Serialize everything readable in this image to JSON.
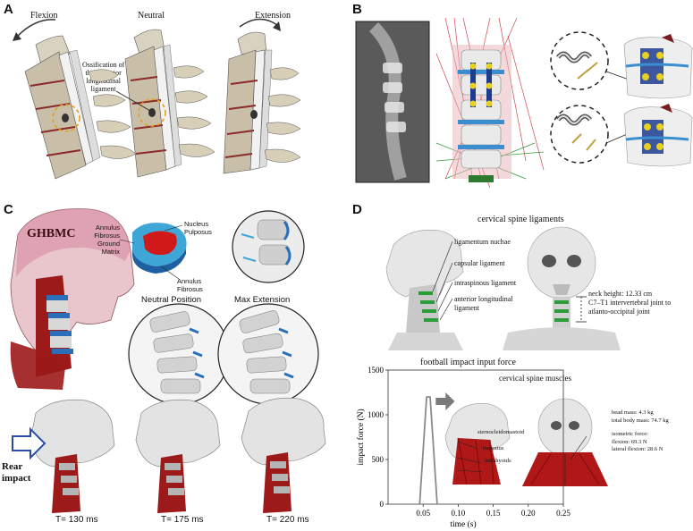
{
  "panels": {
    "a": {
      "label": "A",
      "flexion": "Flexion",
      "neutral": "Neutral",
      "extension": "Extension",
      "annotation_line1": "Ossification of",
      "annotation_line2": "the posterior",
      "annotation_line3": "longitudinal",
      "annotation_line4": "ligament"
    },
    "b": {
      "label": "B"
    },
    "c": {
      "label": "C",
      "model_name": "GHBMC",
      "annulus_ground_1": "Annulus",
      "annulus_ground_2": "Fibrosus",
      "annulus_ground_3": "Ground",
      "annulus_ground_4": "Matrix",
      "nucleus_1": "Nucleus",
      "nucleus_2": "Pulposus",
      "annulus_fibrosus_1": "Annulus",
      "annulus_fibrosus_2": "Fibrosus",
      "neutral_position": "Neutral Position",
      "max_extension": "Max Extension",
      "rear_1": "Rear",
      "rear_2": "impact",
      "t1": "T= 130 ms",
      "t2": "T= 175 ms",
      "t3": "T= 220 ms"
    },
    "d": {
      "label": "D",
      "ligaments_title": "cervical spine ligaments",
      "lig_nuchae": "ligamentum nuchae",
      "lig_capsular": "capsular ligament",
      "lig_interspinous": "intraspinous ligament",
      "lig_anterior_1": "anterior longitudinal",
      "lig_anterior_2": "ligament",
      "neck_1": "neck height: 12.33 cm",
      "neck_2": "C7–T1 intervertebral joint to",
      "neck_3": "atlanto-occipital joint",
      "force_title": "football impact input force",
      "muscles_title": "cervical spine muscles",
      "mus_scm": "sternocleidomastoid",
      "mus_trap": "trapezius",
      "mus_infra": "infrahyoids",
      "head_mass": "head mass: 4.3 kg",
      "body_mass": "total body mass: 74.7 kg",
      "iso_1": "isometric force:",
      "iso_2": "flexion: 69.3 N",
      "iso_3": "lateral flexion: 28.6 N"
    }
  },
  "chart_data": {
    "type": "line",
    "xlabel": "time (s)",
    "ylabel": "impact force (N)",
    "xlim": [
      0,
      0.25
    ],
    "ylim": [
      0,
      1500
    ],
    "xticks": [
      "0.05",
      "0.10",
      "0.15",
      "0.20",
      "0.25"
    ],
    "yticks": [
      "0",
      "500",
      "1000",
      "1500"
    ],
    "series": [
      {
        "x": [
          0.045,
          0.05,
          0.055,
          0.06,
          0.065,
          0.07
        ],
        "y": [
          0,
          600,
          1200,
          1200,
          600,
          0
        ]
      }
    ]
  },
  "colors": {
    "ligament_green": "#2a9d3a",
    "muscle_red": "#b01818",
    "disc_blue": "#2a6fb8",
    "mesh_pink": "#e8a8b4",
    "annotation_orange": "#e8a020"
  }
}
